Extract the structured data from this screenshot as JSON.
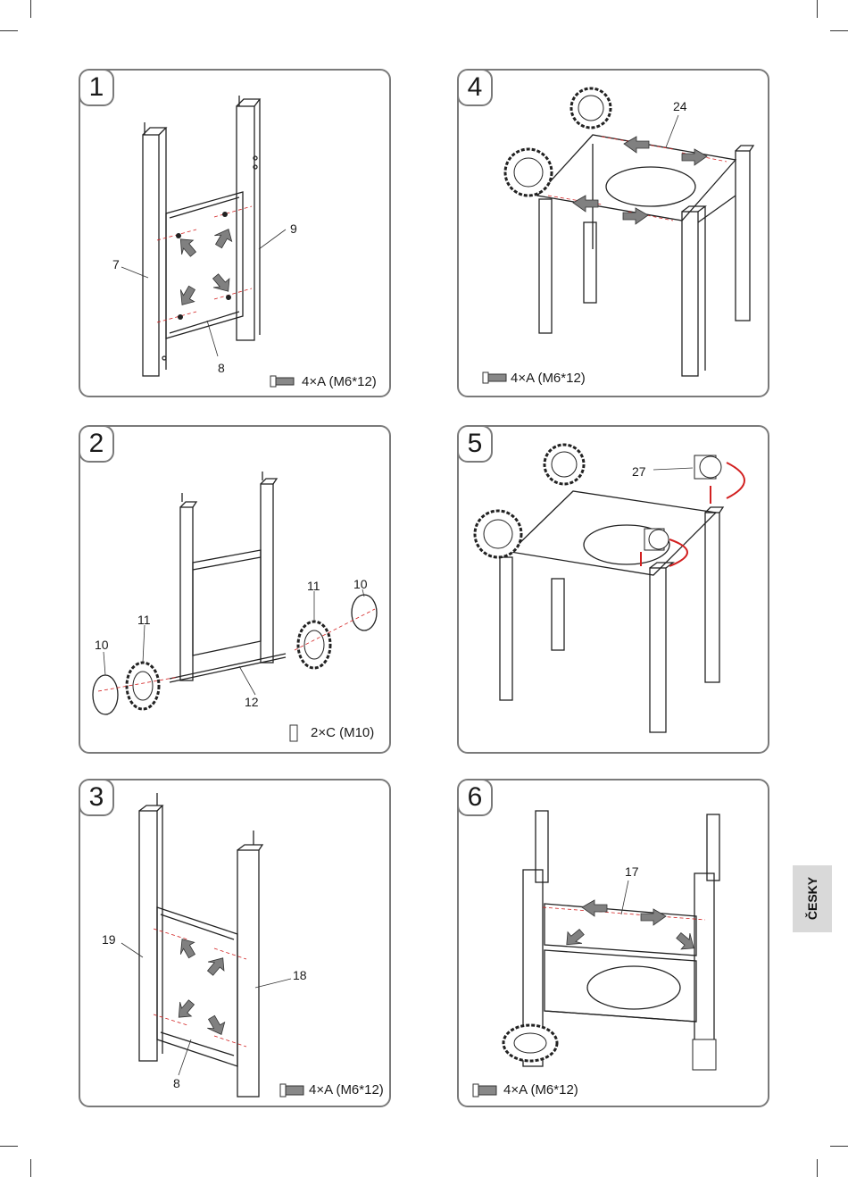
{
  "language_tab": "ČESKY",
  "panels": [
    {
      "step": "1",
      "callouts": [
        "7",
        "9",
        "8"
      ],
      "hardware": "4×A (M6*12)"
    },
    {
      "step": "4",
      "callouts": [
        "24"
      ],
      "hardware": "4×A (M6*12)"
    },
    {
      "step": "2",
      "callouts": [
        "11",
        "10",
        "11",
        "10",
        "12"
      ],
      "hardware": "2×C (M10)"
    },
    {
      "step": "5",
      "callouts": [
        "27"
      ],
      "hardware": ""
    },
    {
      "step": "3",
      "callouts": [
        "19",
        "18",
        "8"
      ],
      "hardware": "4×A (M6*12)"
    },
    {
      "step": "6",
      "callouts": [
        "17"
      ],
      "hardware": "4×A (M6*12)"
    }
  ],
  "colors": {
    "panel_border": "#7a7a7a",
    "arrow_fill": "#808080",
    "red_accent": "#d22020",
    "tab_bg": "#d9d9d9"
  }
}
